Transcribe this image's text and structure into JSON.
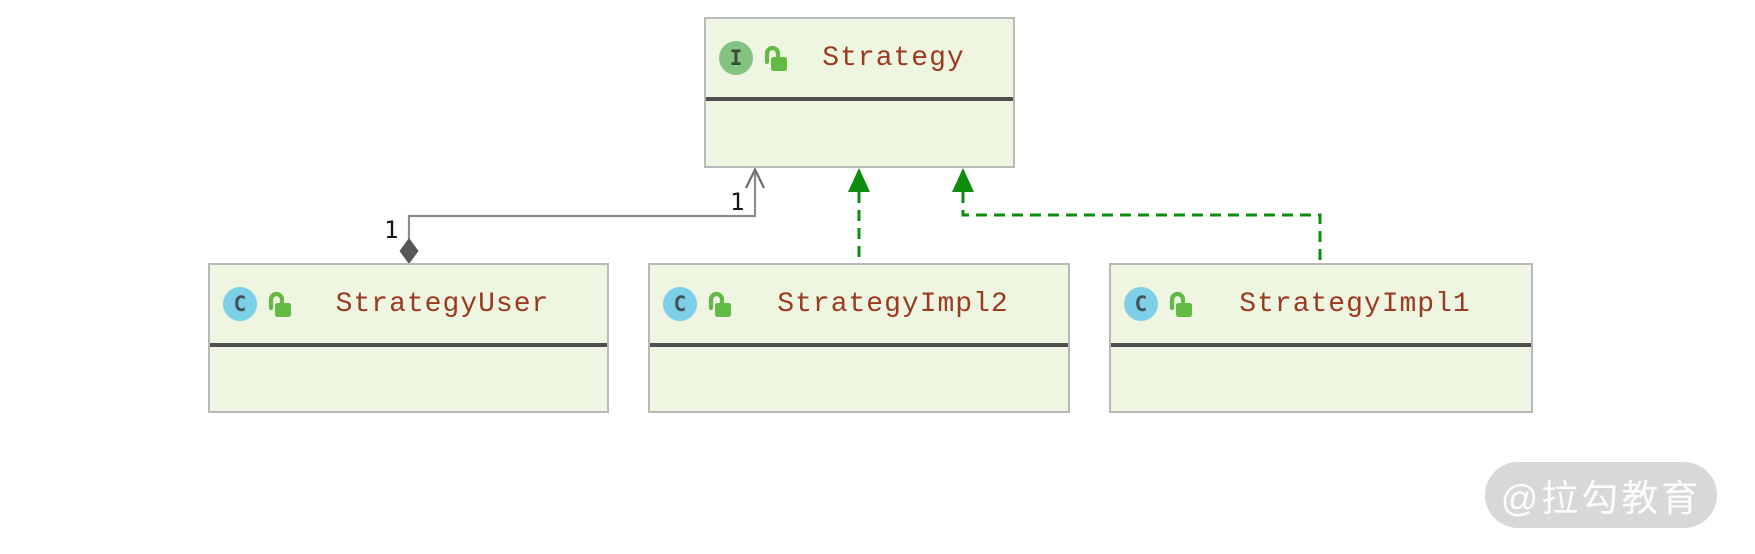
{
  "diagram": {
    "classes": [
      {
        "name": "Strategy",
        "stereotype": "interface",
        "badge_letter": "I"
      },
      {
        "name": "StrategyUser",
        "stereotype": "class",
        "badge_letter": "C"
      },
      {
        "name": "StrategyImpl2",
        "stereotype": "class",
        "badge_letter": "C"
      },
      {
        "name": "StrategyImpl1",
        "stereotype": "class",
        "badge_letter": "C"
      }
    ],
    "relationships": [
      {
        "type": "aggregation-association",
        "from": "StrategyUser",
        "to": "Strategy",
        "target_multiplicity": "1",
        "source_multiplicity": "1"
      },
      {
        "type": "realization",
        "from": "StrategyImpl2",
        "to": "Strategy"
      },
      {
        "type": "realization",
        "from": "StrategyImpl1",
        "to": "Strategy"
      }
    ],
    "icons": [
      "interface-icon",
      "class-icon",
      "unlocked-padlock-icon",
      "aggregation-diamond-icon",
      "open-arrowhead-icon",
      "realization-triangle-icon"
    ],
    "colors": {
      "node_fill": "#eef6e2",
      "node_border": "#b9b9b9",
      "section_divider": "#4f4f4f",
      "class_name_text": "#9c3a20",
      "interface_badge_green": "#85c383",
      "class_badge_blue": "#7ed0e8",
      "lock_green": "#62b944",
      "realization_green": "#0e8c0e",
      "association_gray": "#8c8c8c",
      "diamond_gray": "#575757"
    }
  },
  "watermark": {
    "text": "@拉勾教育"
  }
}
